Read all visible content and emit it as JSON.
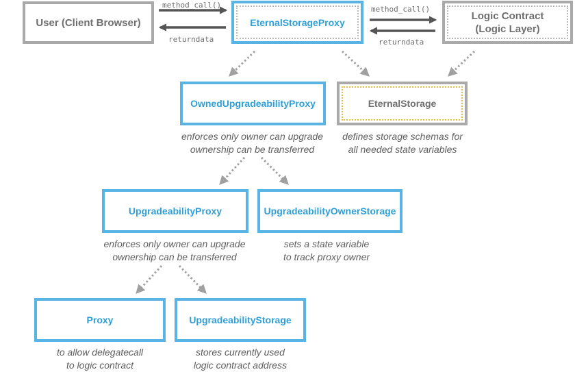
{
  "nodes": {
    "user": {
      "label": "User (Client Browser)"
    },
    "eternal_storage_proxy": {
      "label": "EternalStorageProxy"
    },
    "logic_contract": {
      "line1": "Logic Contract",
      "line2": "(Logic Layer)"
    },
    "owned_upgradeability_proxy": {
      "label": "OwnedUpgradeabilityProxy"
    },
    "eternal_storage": {
      "label": "EternalStorage"
    },
    "upgradeability_proxy": {
      "label": "UpgradeabilityProxy"
    },
    "upgradeability_owner_storage": {
      "label": "UpgradeabilityOwnerStorage"
    },
    "proxy": {
      "label": "Proxy"
    },
    "upgradeability_storage": {
      "label": "UpgradeabilityStorage"
    }
  },
  "edge_labels": {
    "user_call": "method_call()",
    "user_return": "returndata",
    "logic_call": "method_call()",
    "logic_return": "returndata"
  },
  "captions": {
    "owned_upgradeability_proxy": [
      "enforces only owner can upgrade",
      "ownership can be transferred"
    ],
    "eternal_storage": [
      "defines storage schemas for",
      "all needed state variables"
    ],
    "upgradeability_proxy": [
      "enforces only owner can upgrade",
      "ownership can be transferred"
    ],
    "upgradeability_owner_storage": [
      "sets a state variable",
      "to track proxy owner"
    ],
    "proxy": [
      "to allow delegatecall",
      "to logic contract"
    ],
    "upgradeability_storage": [
      "stores currently used",
      "logic contract address"
    ]
  },
  "colors": {
    "blue_border": "#5ab4e3",
    "blue_text": "#2f9fd8",
    "gray_border": "#a9a9a9",
    "gray_text": "#6e6e6e",
    "arrow": "#555555",
    "dotted_arrow": "#a0a0a0",
    "gold_dots": "#e9b94a"
  }
}
